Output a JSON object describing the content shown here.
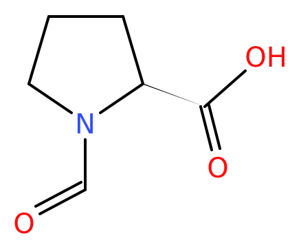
{
  "molecule": {
    "atoms": {
      "nitrogen": {
        "label": "N",
        "color": "#3050f8"
      },
      "carboxyl_hydroxyl": {
        "label": "OH",
        "color": "#ff0d0d"
      },
      "carboxyl_carbonyl_oxygen": {
        "label": "O",
        "color": "#ff0d0d"
      },
      "formyl_oxygen": {
        "label": "O",
        "color": "#ff0d0d"
      }
    },
    "bond_color": "#000000"
  }
}
